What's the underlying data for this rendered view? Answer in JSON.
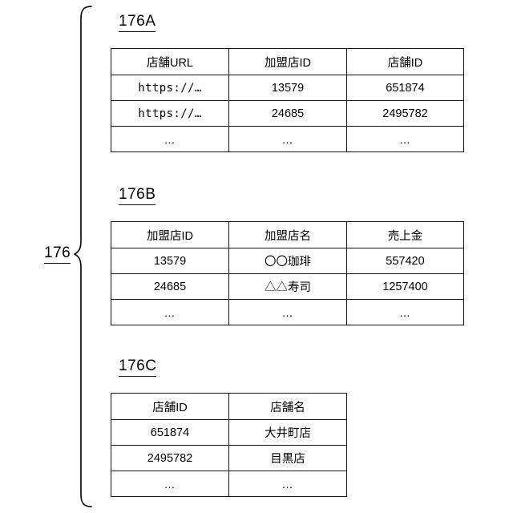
{
  "figure": {
    "group": {
      "label": "176",
      "brace_icon": "left-curly-brace-icon"
    },
    "sections": [
      {
        "id": "176A",
        "label": "176A",
        "columns": [
          "店舗URL",
          "加盟店ID",
          "店舗ID"
        ],
        "rows": [
          [
            "https://…",
            "13579",
            "651874"
          ],
          [
            "https://…",
            "24685",
            "2495782"
          ],
          [
            "…",
            "…",
            "…"
          ]
        ]
      },
      {
        "id": "176B",
        "label": "176B",
        "columns": [
          "加盟店ID",
          "加盟店名",
          "売上金"
        ],
        "rows": [
          [
            "13579",
            "〇〇珈琲",
            "557420"
          ],
          [
            "24685",
            "△△寿司",
            "1257400"
          ],
          [
            "…",
            "…",
            "…"
          ]
        ]
      },
      {
        "id": "176C",
        "label": "176C",
        "columns": [
          "店舗ID",
          "店舗名"
        ],
        "rows": [
          [
            "651874",
            "大井町店"
          ],
          [
            "2495782",
            "目黒店"
          ],
          [
            "…",
            "…"
          ]
        ]
      }
    ]
  },
  "colors": {
    "line": "#111111",
    "background": "#ffffff",
    "text": "#000000"
  }
}
